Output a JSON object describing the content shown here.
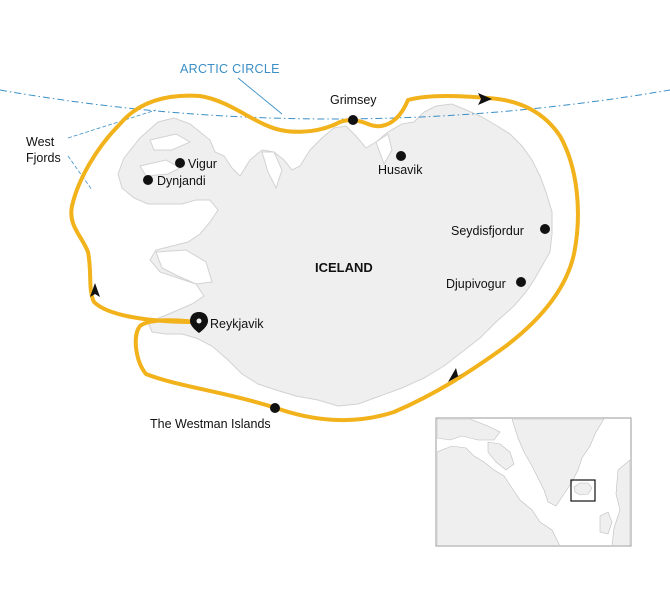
{
  "map": {
    "country_label": "ICELAND",
    "arctic_circle_label": "ARCTIC CIRCLE",
    "region_label_lines": [
      "West",
      "Fjords"
    ],
    "places": [
      {
        "id": "grimsey",
        "name": "Grimsey"
      },
      {
        "id": "husavik",
        "name": "Husavik"
      },
      {
        "id": "seydisfjordur",
        "name": "Seydisfjordur"
      },
      {
        "id": "djupivogur",
        "name": "Djupivogur"
      },
      {
        "id": "westman",
        "name": "The Westman Islands"
      },
      {
        "id": "reykjavik",
        "name": "Reykjavik"
      },
      {
        "id": "vigur",
        "name": "Vigur"
      },
      {
        "id": "dynjandi",
        "name": "Dynjandi"
      }
    ],
    "colors": {
      "route": "#f2b21b",
      "land": "#efefef",
      "land_stroke": "#cfcfcf",
      "arctic_circle": "#3b8fc6",
      "marker": "#111111"
    },
    "icons": [
      "location-pin-icon",
      "direction-arrow-icon"
    ]
  }
}
